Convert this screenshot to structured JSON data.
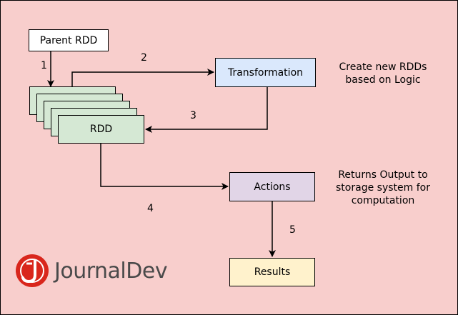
{
  "nodes": {
    "parent_rdd": "Parent RDD",
    "rdd": "RDD",
    "transformation": "Transformation",
    "actions": "Actions",
    "results": "Results"
  },
  "notes": {
    "transformation_line1": "Create new RDDs",
    "transformation_line2": "based on Logic",
    "actions_line1": "Returns Output to",
    "actions_line2": "storage system for",
    "actions_line3": "computation"
  },
  "steps": {
    "s1": "1",
    "s2": "2",
    "s3": "3",
    "s4": "4",
    "s5": "5"
  },
  "logo": {
    "text": "JournalDev",
    "text_color": "#4a4a4a",
    "icon_color": "#d9261c"
  },
  "colors": {
    "background": "#f8cecc",
    "parent_fill": "#ffffff",
    "rdd_fill": "#d5e8d4",
    "transformation_fill": "#dae8fc",
    "actions_fill": "#e1d5e7",
    "results_fill": "#fff2cc"
  }
}
